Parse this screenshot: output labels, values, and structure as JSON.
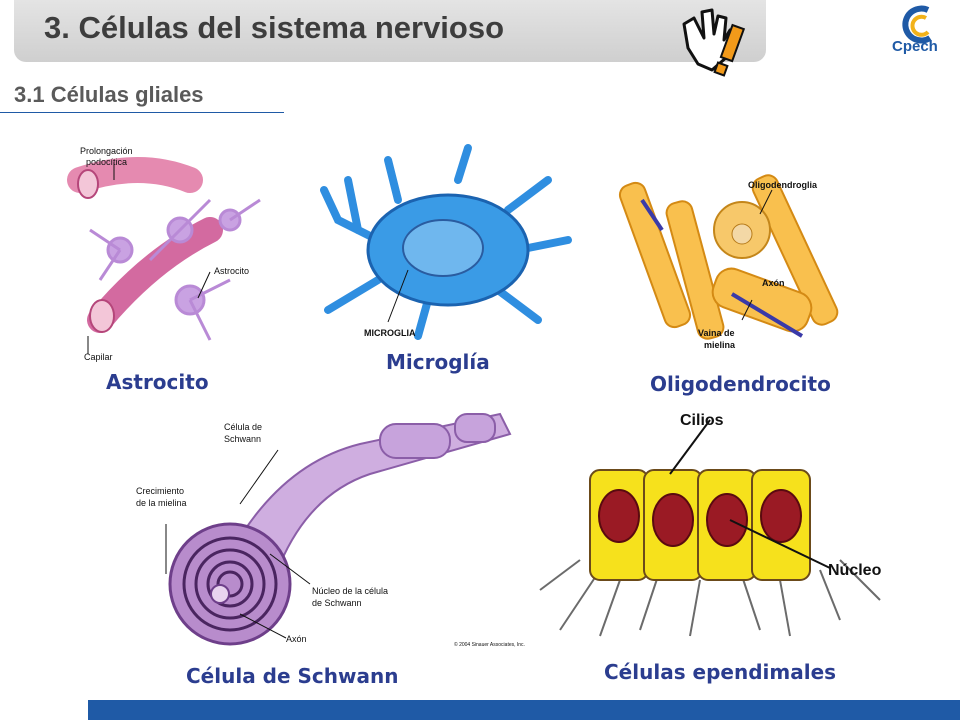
{
  "header": {
    "title": "3. Células del sistema nervioso",
    "logo_text": "Cpech"
  },
  "section": {
    "subtitle": "3.1 Células gliales"
  },
  "astrocito": {
    "label": "Astrocito",
    "annot_prolongacion": "Prolongación",
    "annot_podocitica": "podocítica",
    "annot_astrocito": "Astrocito",
    "annot_capilar": "Capilar"
  },
  "microglia": {
    "label": "Microglía",
    "annot": "MICROGLIA"
  },
  "oligodendrocito": {
    "label": "Oligodendrocito",
    "annot_oligodendroglia": "Oligodendroglia",
    "annot_axon": "Axón",
    "annot_vaina1": "Vaina de",
    "annot_vaina2": "mielina"
  },
  "schwann": {
    "label": "Célula de  Schwann",
    "annot_celula1": "Célula de",
    "annot_celula2": "Schwann",
    "annot_crec1": "Crecimiento",
    "annot_crec2": "de la mielina",
    "annot_nucleo1": "Núcleo de la célula",
    "annot_nucleo2": "de Schwann",
    "annot_axon": "Axón",
    "copyright": "© 2004 Sinauer Associates, Inc."
  },
  "ependimales": {
    "label": "Células ependimales",
    "annot_cilios": "Cilios",
    "annot_nucleo": "Núcleo"
  },
  "colors": {
    "accent_blue": "#1f5aa6",
    "label_blue": "#2b3d8f"
  }
}
